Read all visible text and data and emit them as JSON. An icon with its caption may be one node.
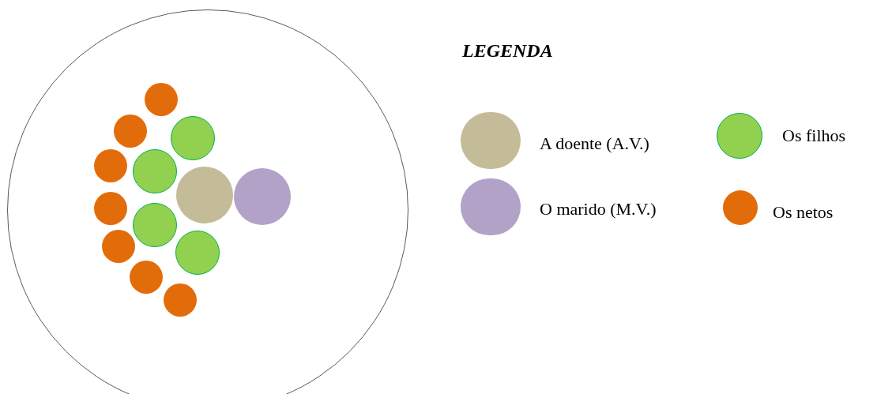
{
  "diagram": {
    "nodes": [
      {
        "text": [],
        "shape": "circle"
      },
      {
        "text": [],
        "shape": "circle",
        "in": 0
      },
      {
        "text": [],
        "shape": "circle",
        "in": 0
      },
      {
        "text": [],
        "shape": "circle",
        "in": 0
      },
      {
        "text": [],
        "shape": "circle",
        "in": 0
      },
      {
        "text": [],
        "shape": "circle",
        "in": 0
      },
      {
        "text": [],
        "shape": "circle",
        "in": 0
      },
      {
        "text": [],
        "shape": "circle",
        "in": 0
      },
      {
        "text": [],
        "shape": "circle",
        "in": 0
      },
      {
        "text": [],
        "shape": "circle",
        "in": 0
      },
      {
        "text": [],
        "shape": "circle",
        "in": 0
      },
      {
        "text": [],
        "shape": "circle",
        "in": 0
      },
      {
        "text": [],
        "shape": "circle",
        "in": 0
      },
      {
        "text": [],
        "shape": "circle",
        "in": 0
      }
    ],
    "labels": [
      "LEGENDA"
    ],
    "legend": [
      {
        "text": "A doente (A.V.)",
        "color": "#c4bc98"
      },
      {
        "text": "Os filhos",
        "color": "#92d050"
      },
      {
        "text": "O marido (M.V.)",
        "color": "#b3a2c7"
      },
      {
        "text": "Os netos",
        "color": "#e36c0a"
      }
    ]
  }
}
